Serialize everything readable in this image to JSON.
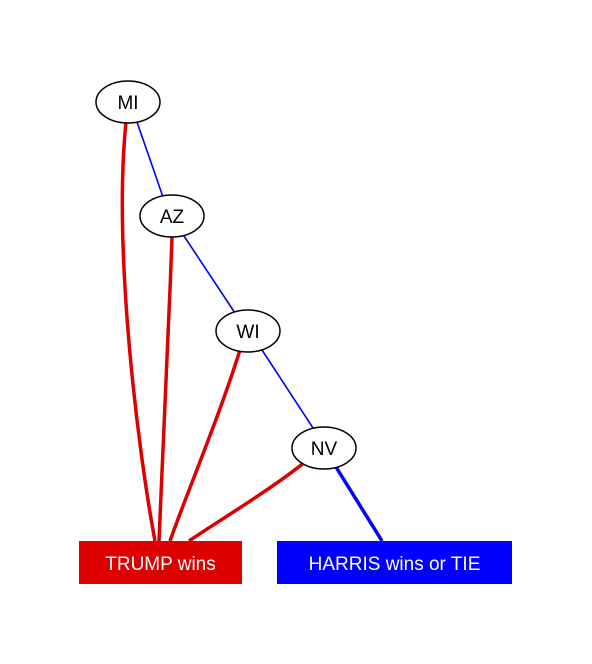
{
  "diagram": {
    "nodes": [
      {
        "id": "MI",
        "label": "MI"
      },
      {
        "id": "AZ",
        "label": "AZ"
      },
      {
        "id": "WI",
        "label": "WI"
      },
      {
        "id": "NV",
        "label": "NV"
      }
    ],
    "outcomes": {
      "trump": {
        "label": "TRUMP wins",
        "color": "#dd0000"
      },
      "harris": {
        "label": "HARRIS wins or TIE",
        "color": "#0000ff"
      }
    },
    "edges": [
      {
        "from": "MI",
        "to": "AZ",
        "color": "#0000ff"
      },
      {
        "from": "AZ",
        "to": "WI",
        "color": "#0000ff"
      },
      {
        "from": "WI",
        "to": "NV",
        "color": "#0000ff"
      },
      {
        "from": "NV",
        "to": "harris",
        "color": "#0000ff"
      },
      {
        "from": "MI",
        "to": "trump",
        "color": "#dd0000"
      },
      {
        "from": "AZ",
        "to": "trump",
        "color": "#dd0000"
      },
      {
        "from": "WI",
        "to": "trump",
        "color": "#dd0000"
      },
      {
        "from": "NV",
        "to": "trump",
        "color": "#dd0000"
      }
    ]
  }
}
